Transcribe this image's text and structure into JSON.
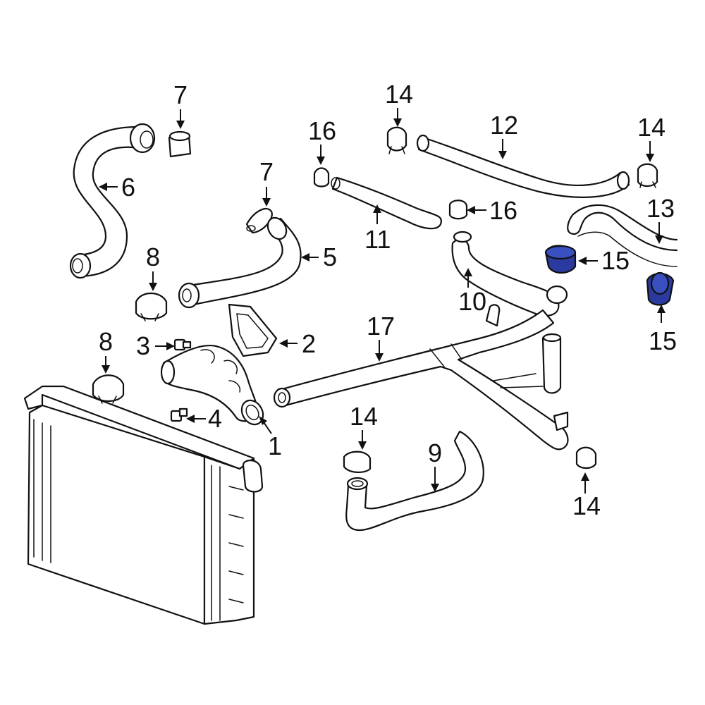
{
  "diagram": {
    "highlight_color": "#2a3a9e",
    "callouts": [
      {
        "id": "c1",
        "label": "1"
      },
      {
        "id": "c2",
        "label": "2"
      },
      {
        "id": "c3",
        "label": "3"
      },
      {
        "id": "c4",
        "label": "4"
      },
      {
        "id": "c5",
        "label": "5"
      },
      {
        "id": "c6",
        "label": "6"
      },
      {
        "id": "c7a",
        "label": "7"
      },
      {
        "id": "c7b",
        "label": "7"
      },
      {
        "id": "c8a",
        "label": "8"
      },
      {
        "id": "c8b",
        "label": "8"
      },
      {
        "id": "c9",
        "label": "9"
      },
      {
        "id": "c10",
        "label": "10"
      },
      {
        "id": "c11",
        "label": "11"
      },
      {
        "id": "c12",
        "label": "12"
      },
      {
        "id": "c13",
        "label": "13"
      },
      {
        "id": "c14a",
        "label": "14"
      },
      {
        "id": "c14b",
        "label": "14"
      },
      {
        "id": "c14c",
        "label": "14"
      },
      {
        "id": "c14d",
        "label": "14"
      },
      {
        "id": "c15a",
        "label": "15"
      },
      {
        "id": "c15b",
        "label": "15"
      },
      {
        "id": "c16a",
        "label": "16"
      },
      {
        "id": "c16b",
        "label": "16"
      },
      {
        "id": "c17",
        "label": "17"
      }
    ]
  }
}
